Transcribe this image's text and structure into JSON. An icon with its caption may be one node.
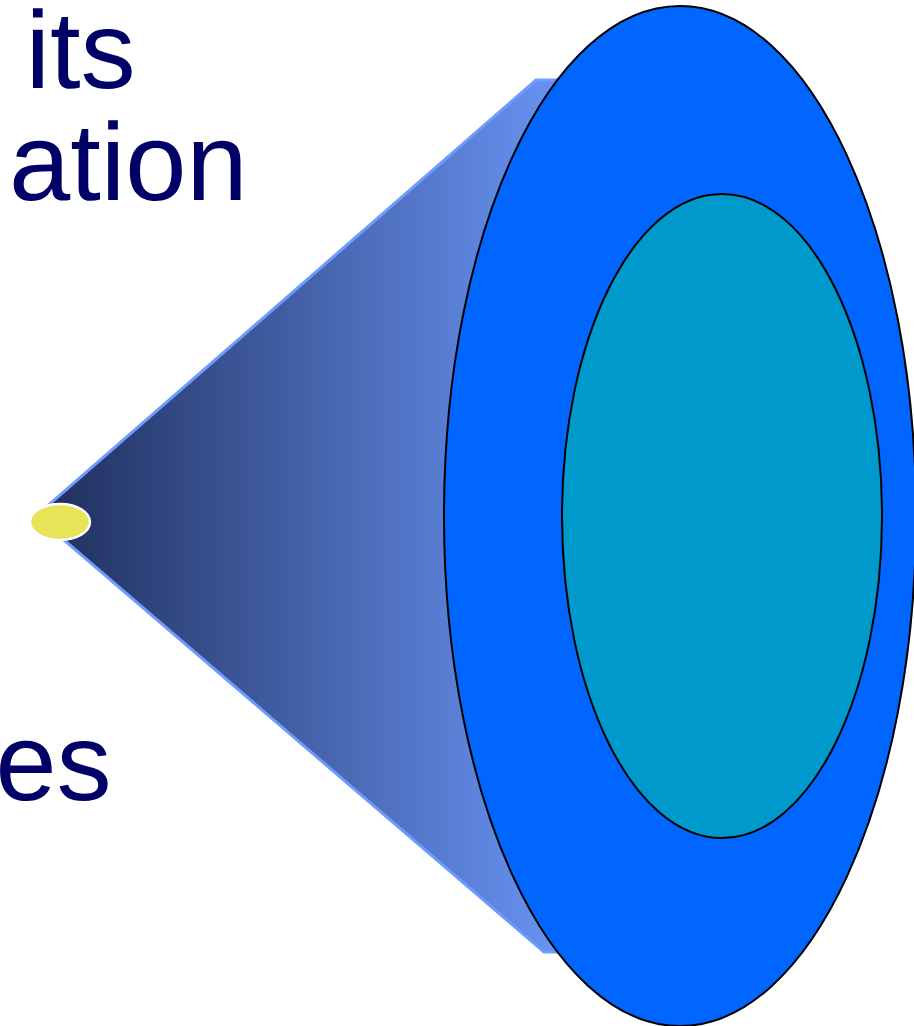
{
  "diagram": {
    "labels": [
      "its",
      "ation",
      "es"
    ]
  }
}
